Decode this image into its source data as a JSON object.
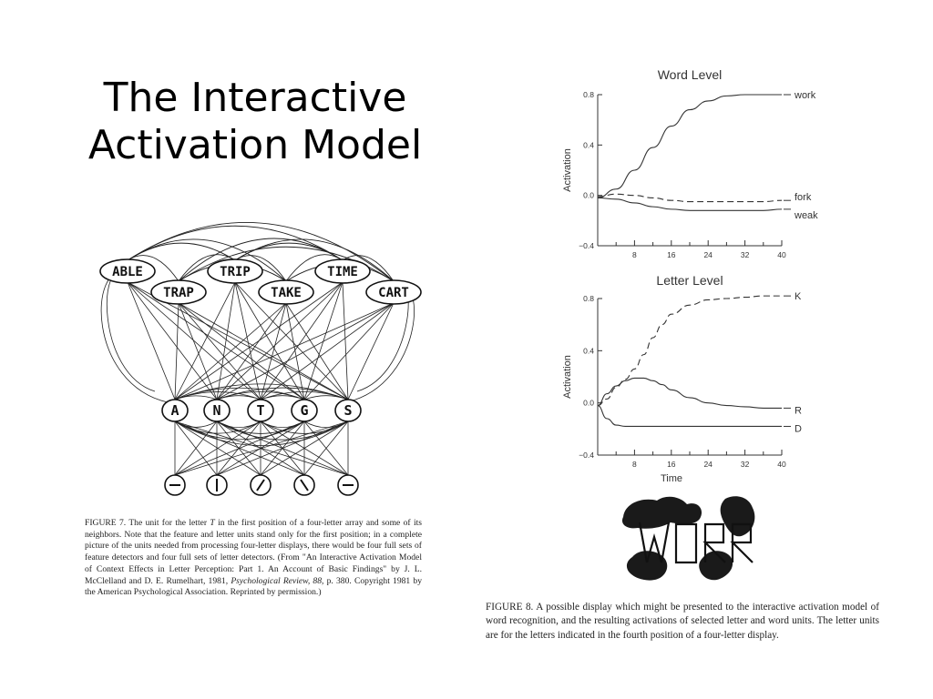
{
  "slide": {
    "title_line1": "The Interactive",
    "title_line2": "Activation Model"
  },
  "network": {
    "word_units": [
      "ABLE",
      "TRAP",
      "TRIP",
      "TAKE",
      "TIME",
      "CART"
    ],
    "letter_units": [
      "A",
      "N",
      "T",
      "G",
      "S"
    ],
    "feature_units": [
      "horizontal-bar-feature",
      "vertical-bar-feature",
      "right-slant-feature",
      "left-slant-feature",
      "horizontal-bar-feature"
    ]
  },
  "figure7": {
    "label": "FIGURE 7.",
    "text_a": " The unit for the letter ",
    "text_t": "T",
    "text_b": " in the first position of a four-letter array and some of its neighbors. Note that the feature and letter units stand only for the first position; in a complete picture of the units needed from processing four-letter displays, there would be four full sets of feature detectors and four full sets of letter detectors. (From \"An Interactive Activation Model of Context Effects in Letter Perception: Part 1. An Account of Basic Findings\" by J. L. McClelland and D. E. Rumelhart, 1981, ",
    "journal": "Psychological Review,",
    "volume": "88,",
    "text_c": " p. 380. Copyright 1981 by the American Psychological Association. Reprinted by permission.)"
  },
  "figure8": {
    "caption": "FIGURE 8. A possible display which might be presented to the interactive activation model of word recognition, and the resulting activations of selected letter and word units. The letter units are for the letters indicated in the fourth position of a four-letter display."
  },
  "stimulus": {
    "letters": [
      "W",
      "O",
      "R",
      "K/R"
    ]
  },
  "chart_data": [
    {
      "type": "line",
      "title": "Word Level",
      "ylabel": "Activation",
      "xlabel": "",
      "xlim": [
        0,
        40
      ],
      "ylim": [
        -0.4,
        0.8
      ],
      "xticks": [
        8,
        16,
        24,
        32,
        40
      ],
      "yticks": [
        -0.4,
        0.0,
        0.4,
        0.8
      ],
      "ytick_labels": [
        "−0.4",
        "0.0",
        "0.4",
        "0.8"
      ],
      "series": [
        {
          "name": "work",
          "dash": false,
          "x": [
            0,
            4,
            8,
            12,
            16,
            20,
            24,
            28,
            32,
            36,
            40
          ],
          "y": [
            -0.02,
            0.05,
            0.2,
            0.38,
            0.55,
            0.68,
            0.75,
            0.79,
            0.8,
            0.8,
            0.8
          ]
        },
        {
          "name": "fork",
          "dash": true,
          "x": [
            0,
            4,
            8,
            12,
            16,
            20,
            24,
            28,
            32,
            36,
            40
          ],
          "y": [
            -0.01,
            0.01,
            0.0,
            -0.02,
            -0.04,
            -0.05,
            -0.05,
            -0.05,
            -0.05,
            -0.05,
            -0.04
          ]
        },
        {
          "name": "weak",
          "dash": false,
          "x": [
            0,
            4,
            8,
            12,
            16,
            20,
            24,
            28,
            32,
            36,
            40
          ],
          "y": [
            -0.02,
            -0.03,
            -0.06,
            -0.09,
            -0.11,
            -0.12,
            -0.12,
            -0.12,
            -0.12,
            -0.12,
            -0.11
          ]
        }
      ]
    },
    {
      "type": "line",
      "title": "Letter Level",
      "ylabel": "Activation",
      "xlabel": "Time",
      "xlim": [
        0,
        40
      ],
      "ylim": [
        -0.4,
        0.8
      ],
      "xticks": [
        8,
        16,
        24,
        32,
        40
      ],
      "yticks": [
        -0.4,
        0.0,
        0.4,
        0.8
      ],
      "ytick_labels": [
        "−0.4",
        "0.0",
        "0.4",
        "0.8"
      ],
      "series": [
        {
          "name": "K",
          "dash": true,
          "x": [
            0,
            2,
            4,
            6,
            8,
            10,
            12,
            14,
            16,
            20,
            24,
            28,
            32,
            36,
            40
          ],
          "y": [
            -0.02,
            0.03,
            0.12,
            0.18,
            0.26,
            0.37,
            0.5,
            0.6,
            0.68,
            0.75,
            0.79,
            0.8,
            0.81,
            0.82,
            0.82
          ]
        },
        {
          "name": "R",
          "dash": false,
          "x": [
            0,
            2,
            4,
            6,
            8,
            10,
            12,
            14,
            16,
            20,
            24,
            28,
            32,
            36,
            40
          ],
          "y": [
            -0.02,
            0.07,
            0.13,
            0.17,
            0.19,
            0.19,
            0.17,
            0.14,
            0.1,
            0.04,
            0.0,
            -0.02,
            -0.03,
            -0.04,
            -0.04
          ]
        },
        {
          "name": "D",
          "dash": false,
          "x": [
            0,
            2,
            4,
            6,
            8,
            12,
            16,
            24,
            32,
            40
          ],
          "y": [
            -0.02,
            -0.12,
            -0.17,
            -0.18,
            -0.18,
            -0.18,
            -0.18,
            -0.18,
            -0.18,
            -0.18
          ]
        }
      ]
    }
  ]
}
